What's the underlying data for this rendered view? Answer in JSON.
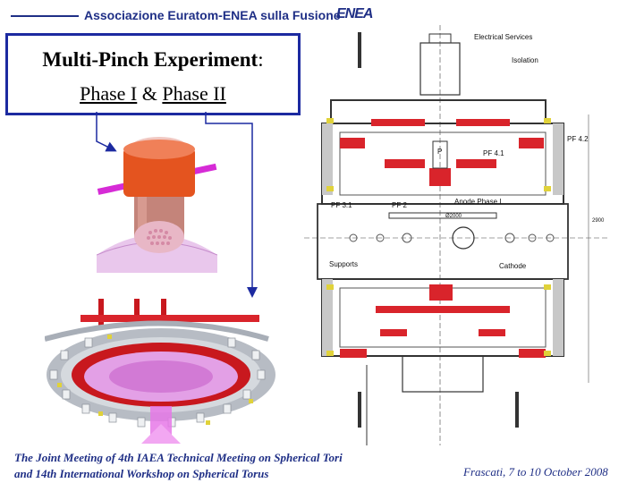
{
  "header": {
    "organization": "Associazione Euratom-ENEA sulla Fusione",
    "logo_text": "ENEA"
  },
  "title": {
    "main_bold": "Multi-Pinch Experiment",
    "main_suffix": ":",
    "phase1": "Phase I",
    "ampersand": " & ",
    "phase2": "Phase II"
  },
  "schematic": {
    "labels": {
      "electrical_services": "Electrical Services",
      "isolation": "Isolation",
      "pf42": "PF 4.2",
      "pf41": "PF 4.1",
      "p": "P",
      "pf31": "PF 3.1",
      "pf2": "PF 2",
      "anode": "Anode Phase I",
      "dim1": "Ø2000",
      "dim2": "2900",
      "supports": "Supports",
      "cathode": "Cathode"
    }
  },
  "footer": {
    "line1": "The Joint Meeting of 4th IAEA Technical Meeting on Spherical Tori",
    "line2": "and 14th International Workshop on Spherical Torus",
    "date": "Frascati, 7 to 10 October 2008"
  },
  "colors": {
    "accent": "#1f2f86",
    "box_border": "#1c2aa0",
    "red": "#d9242b",
    "magenta": "#d62bd6"
  }
}
